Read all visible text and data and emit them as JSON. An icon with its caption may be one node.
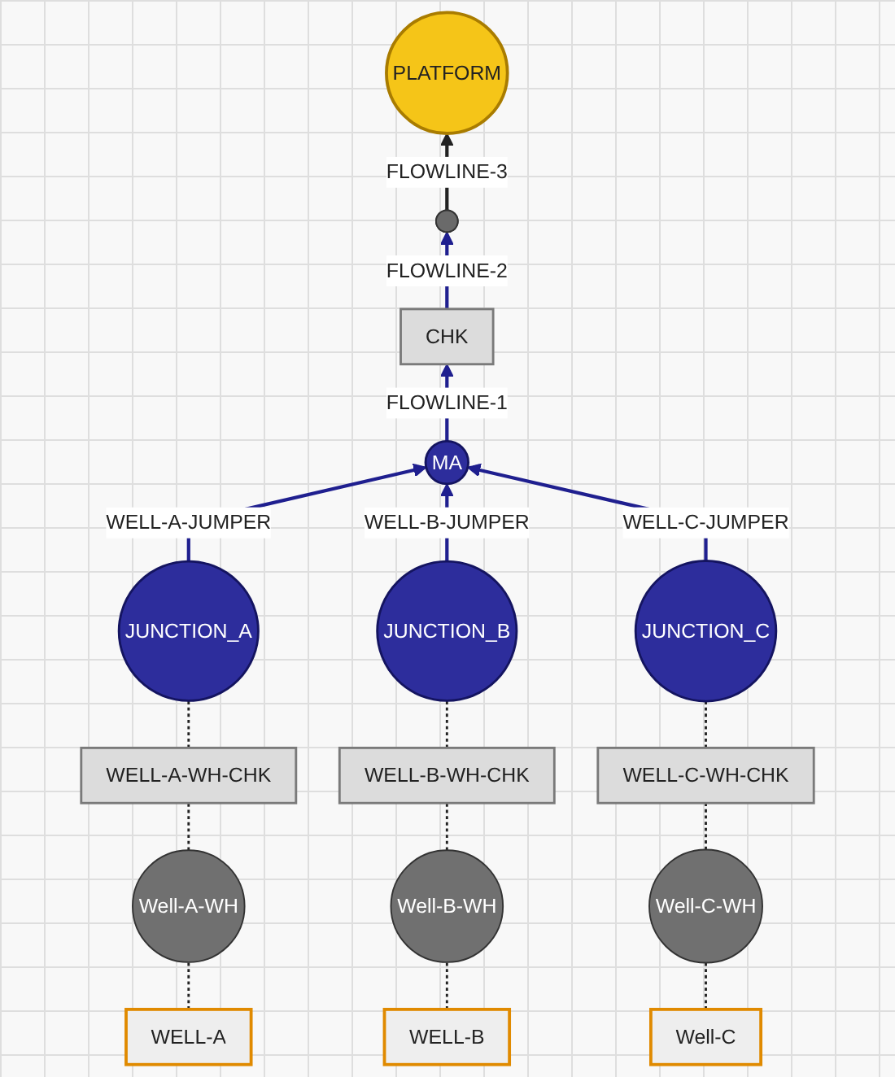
{
  "diagram": {
    "nodes": [
      {
        "text": [
          "PLATFORM"
        ]
      },
      {
        "text": [],
        "shape": "circle"
      },
      {
        "text": [
          "CHK"
        ]
      },
      {
        "text": [
          "WELL-A-WH-CHK"
        ]
      },
      {
        "text": [
          "JUNCTION_A"
        ]
      },
      {
        "text": [
          "MA"
        ]
      },
      {
        "text": [
          "JUNCTION_C"
        ]
      },
      {
        "text": [
          "WELL-C-WH-CHK"
        ]
      },
      {
        "text": [
          "JUNCTION_B"
        ]
      },
      {
        "text": [
          "WELL-B-WH-CHK"
        ]
      },
      {
        "text": [
          "Well-A-WH"
        ]
      },
      {
        "text": [
          "Well-B-WH"
        ]
      },
      {
        "text": [
          "Well-C-WH"
        ]
      },
      {
        "text": [
          "WELL-A"
        ]
      },
      {
        "text": [
          "WELL-B"
        ]
      },
      {
        "text": [
          "Well-C"
        ]
      }
    ],
    "edges": [
      {
        "from": 1,
        "to": 0,
        "arrow": "to",
        "label": "FLOWLINE-3"
      },
      {
        "from": 2,
        "to": 1,
        "arrow": "to",
        "label": "FLOWLINE-2",
        "color": "#1f1f8f"
      },
      {
        "from": 5,
        "to": 2,
        "arrow": "to",
        "label": "FLOWLINE-1",
        "color": "#1f1f8f"
      },
      {
        "from": 4,
        "to": 5,
        "arrow": "to",
        "label": "WELL-A-JUMPER",
        "color": "#1f1f8f"
      },
      {
        "from": 8,
        "to": 5,
        "arrow": "to",
        "label": "WELL-B-JUMPER",
        "color": "#1f1f8f"
      },
      {
        "from": 6,
        "to": 5,
        "arrow": "to",
        "label": "WELL-C-JUMPER",
        "color": "#1f1f8f"
      },
      {
        "from": 3,
        "to": 4,
        "arrow": "none",
        "style": "dashed"
      },
      {
        "from": 10,
        "to": 3,
        "arrow": "none",
        "style": "dashed"
      },
      {
        "from": 13,
        "to": 10,
        "arrow": "none",
        "style": "dashed"
      },
      {
        "from": 9,
        "to": 8,
        "arrow": "none",
        "style": "dashed"
      },
      {
        "from": 11,
        "to": 9,
        "arrow": "none",
        "style": "dashed"
      },
      {
        "from": 14,
        "to": 11,
        "arrow": "none",
        "style": "dashed"
      },
      {
        "from": 7,
        "to": 6,
        "arrow": "none",
        "style": "dashed"
      },
      {
        "from": 12,
        "to": 7,
        "arrow": "none",
        "style": "dashed"
      },
      {
        "from": 15,
        "to": 12,
        "arrow": "none",
        "style": "dashed"
      }
    ]
  }
}
